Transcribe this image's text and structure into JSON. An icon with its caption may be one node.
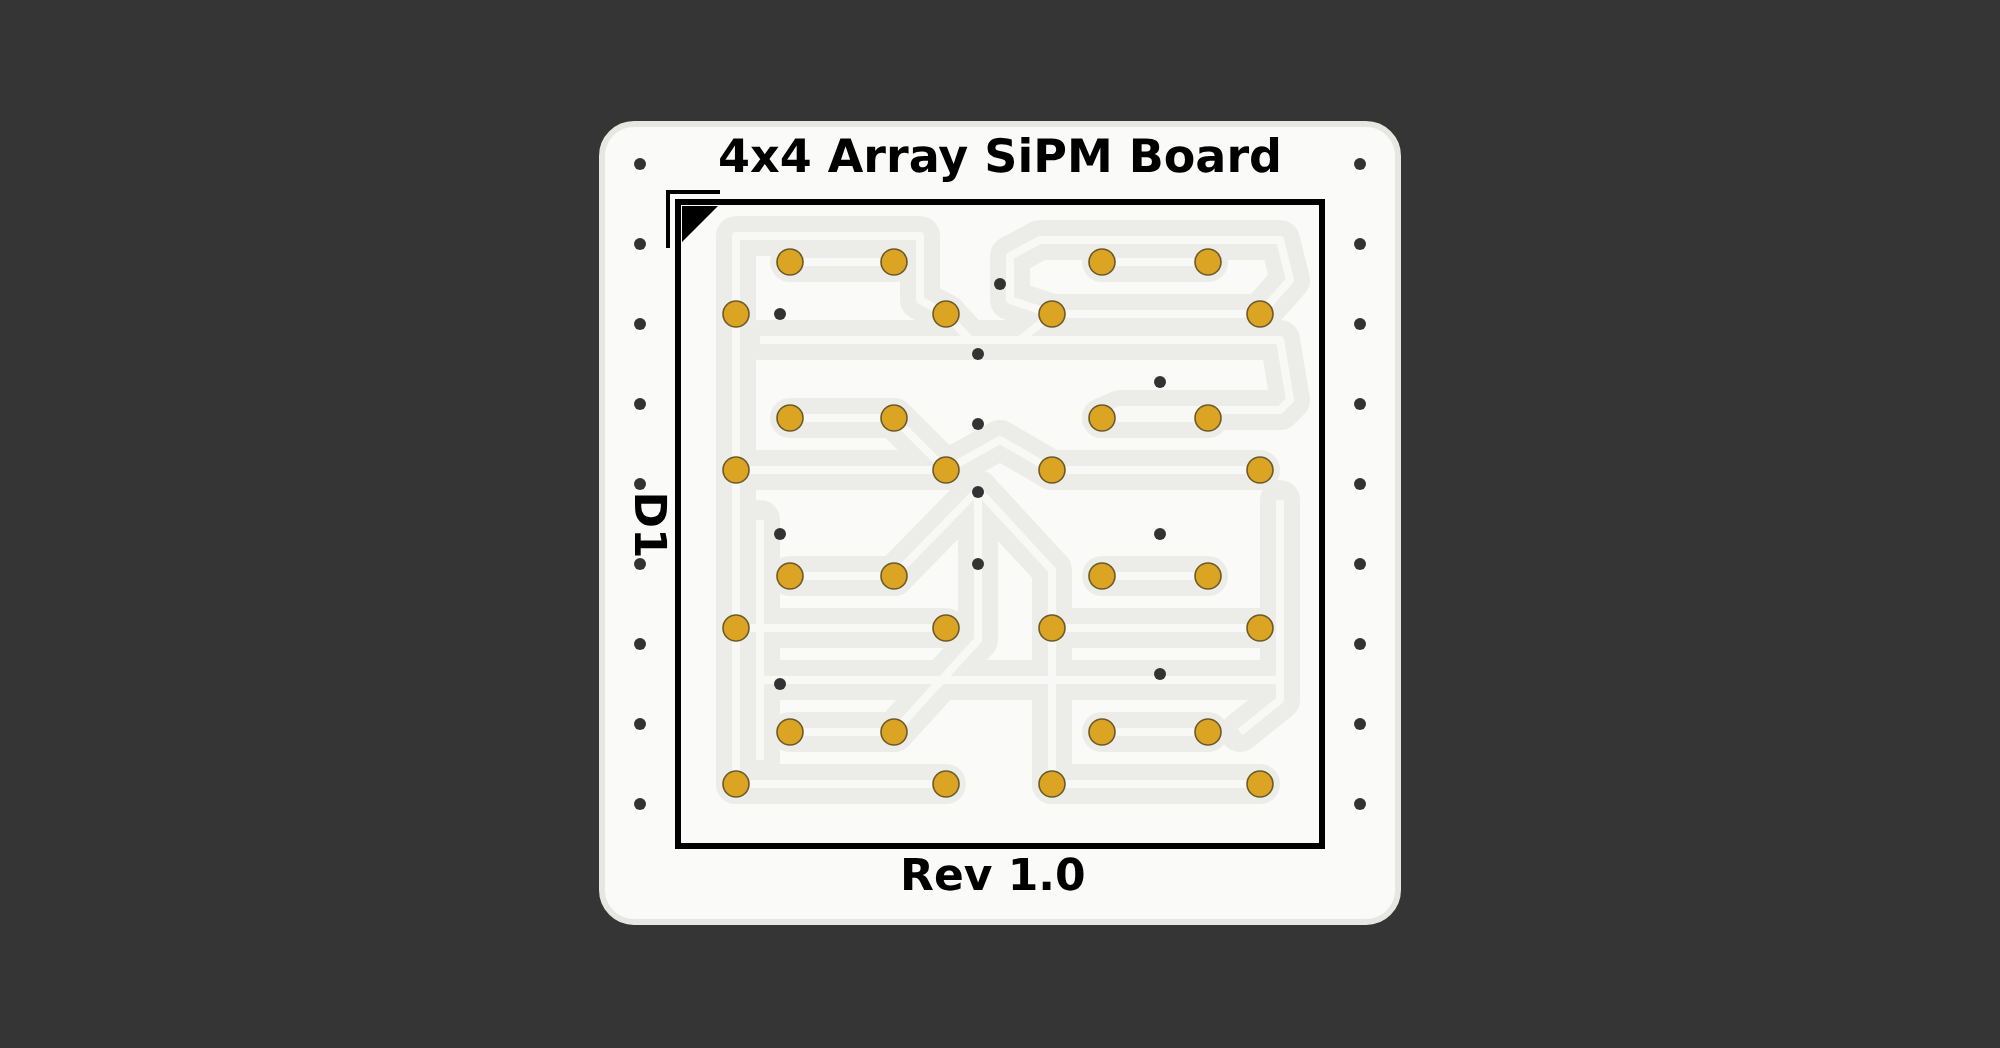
{
  "diagram": {
    "title": "4x4 Array SiPM Board",
    "labels": [
      "D1",
      "Rev 1.0"
    ]
  }
}
